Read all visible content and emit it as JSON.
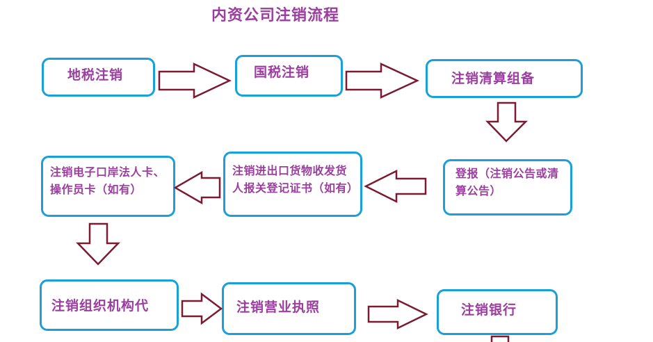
{
  "title": "内资公司注销流程",
  "colors": {
    "text": "#9b3e9f",
    "box_border": "#1aa0d8",
    "arrow_stroke": "#7b1a33",
    "arrow_fill": "#ffffff"
  },
  "steps": [
    {
      "id": "local-tax",
      "label": "地税注销"
    },
    {
      "id": "national-tax",
      "label": "国税注销"
    },
    {
      "id": "liquidation-team",
      "label": "注销清算组备"
    },
    {
      "id": "announcement",
      "label": "登报（注销公告或清算公告）"
    },
    {
      "id": "import-export",
      "label": "注销进出口货物收发货人报关登记证书（如有）"
    },
    {
      "id": "e-port-card",
      "label": "注销电子口岸法人卡、操作员卡（如有）"
    },
    {
      "id": "org-code",
      "label": "注销组织机构代"
    },
    {
      "id": "business-license",
      "label": "注销营业执照"
    },
    {
      "id": "bank",
      "label": "注销银行"
    }
  ]
}
